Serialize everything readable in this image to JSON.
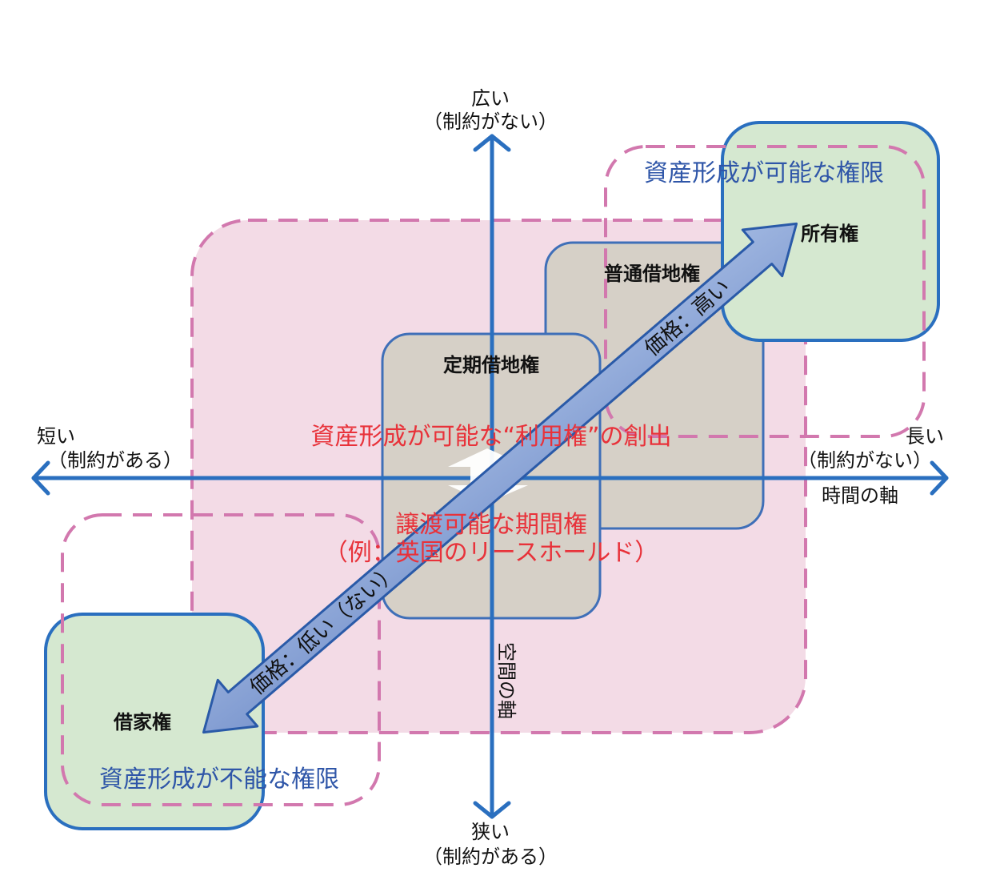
{
  "axes": {
    "top": {
      "line1": "広い",
      "line2": "（制約がない）"
    },
    "bottom": {
      "line1": "狭い",
      "line2": "（制約がある）"
    },
    "left": {
      "line1": "短い",
      "line2": "（制約がある）"
    },
    "right": {
      "line1": "長い",
      "line2": "（制約がない）"
    },
    "time_axis_label": "時間の軸",
    "space_axis_label": "空間の軸"
  },
  "regions": {
    "asset_capable": "資産形成が可能な権限",
    "asset_incapable": "資産形成が不能な権限"
  },
  "boxes": {
    "ownership": "所有権",
    "ordinary_leasehold": "普通借地権",
    "fixed_term_leasehold": "定期借地権",
    "house_lease": "借家権"
  },
  "arrow": {
    "price_high": "価格：高い",
    "price_low": "価格：低い（ない）"
  },
  "center_text": {
    "creation": "資産形成が可能な“利用権”の創出",
    "transferable": "譲渡可能な期間権",
    "example": "（例：英国のリースホールド）"
  },
  "colors": {
    "axis_blue": "#2a6fbf",
    "green_fill": "#d5e8d0",
    "gray_fill": "#d6d0c7",
    "pink_fill": "#f3dbe6",
    "pink_dash": "#d278ae",
    "arrow_fill": "#8fa8d8",
    "region_text_blue": "#2f56a8",
    "center_text_red": "#e8323a"
  }
}
